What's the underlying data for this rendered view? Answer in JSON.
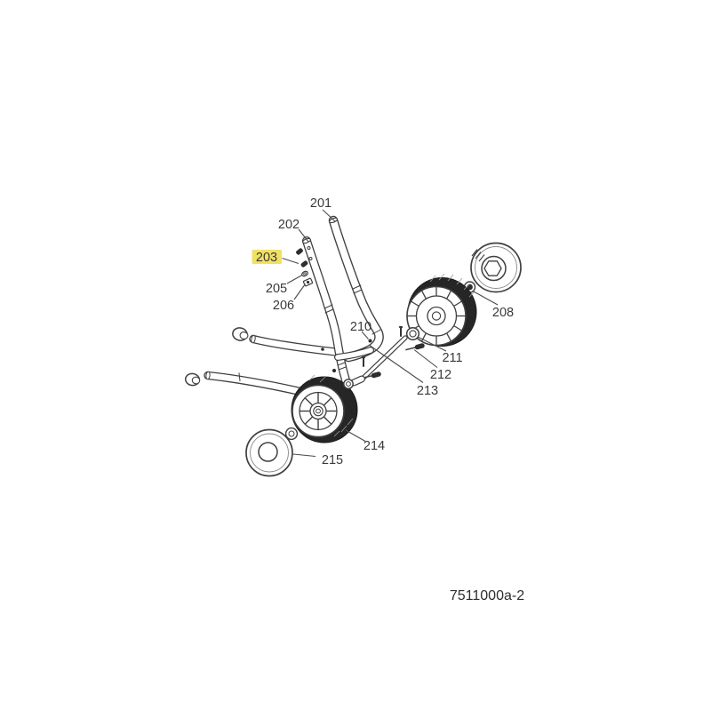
{
  "diagram": {
    "code": "7511000a-2",
    "colors": {
      "highlight": "#f1e163",
      "line": "#3f3f3f",
      "text": "#3a3a3a",
      "tire": "#262626",
      "background": "#ffffff"
    },
    "parts": [
      {
        "number": "201",
        "highlighted": false
      },
      {
        "number": "202",
        "highlighted": false
      },
      {
        "number": "203",
        "highlighted": true
      },
      {
        "number": "205",
        "highlighted": false
      },
      {
        "number": "206",
        "highlighted": false
      },
      {
        "number": "208",
        "highlighted": false
      },
      {
        "number": "210",
        "highlighted": false
      },
      {
        "number": "211",
        "highlighted": false
      },
      {
        "number": "212",
        "highlighted": false
      },
      {
        "number": "213",
        "highlighted": false
      },
      {
        "number": "214",
        "highlighted": false
      },
      {
        "number": "215",
        "highlighted": false
      }
    ]
  }
}
